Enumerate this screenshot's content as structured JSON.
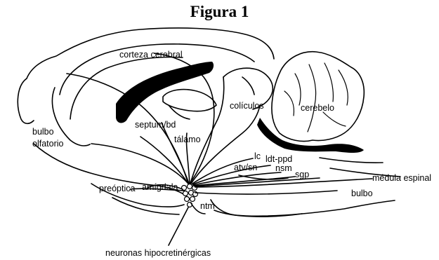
{
  "figure_title": "Figura 1",
  "labels": {
    "corteza_cerebral": "corteza cerebral",
    "coliculos": "colículos",
    "cerebelo": "cerebelo",
    "bulbo_olfatorio_1": "bulbo",
    "bulbo_olfatorio_2": "olfatorio",
    "septum_bd": "septum/bd",
    "talamo": "tálamo",
    "lc": "lc",
    "ldt_ppd": "ldt-ppd",
    "atv_sn": "atv/sn",
    "nsm": "nsm",
    "sgp": "sgp",
    "medula_espinal": "médula espinal",
    "preoptica": "preóptica",
    "amigdala": "amígdala",
    "bulbo": "bulbo",
    "ntm": "ntm",
    "neuronas_hipocretinergicas": "neuronas hipocretinérgicas"
  }
}
